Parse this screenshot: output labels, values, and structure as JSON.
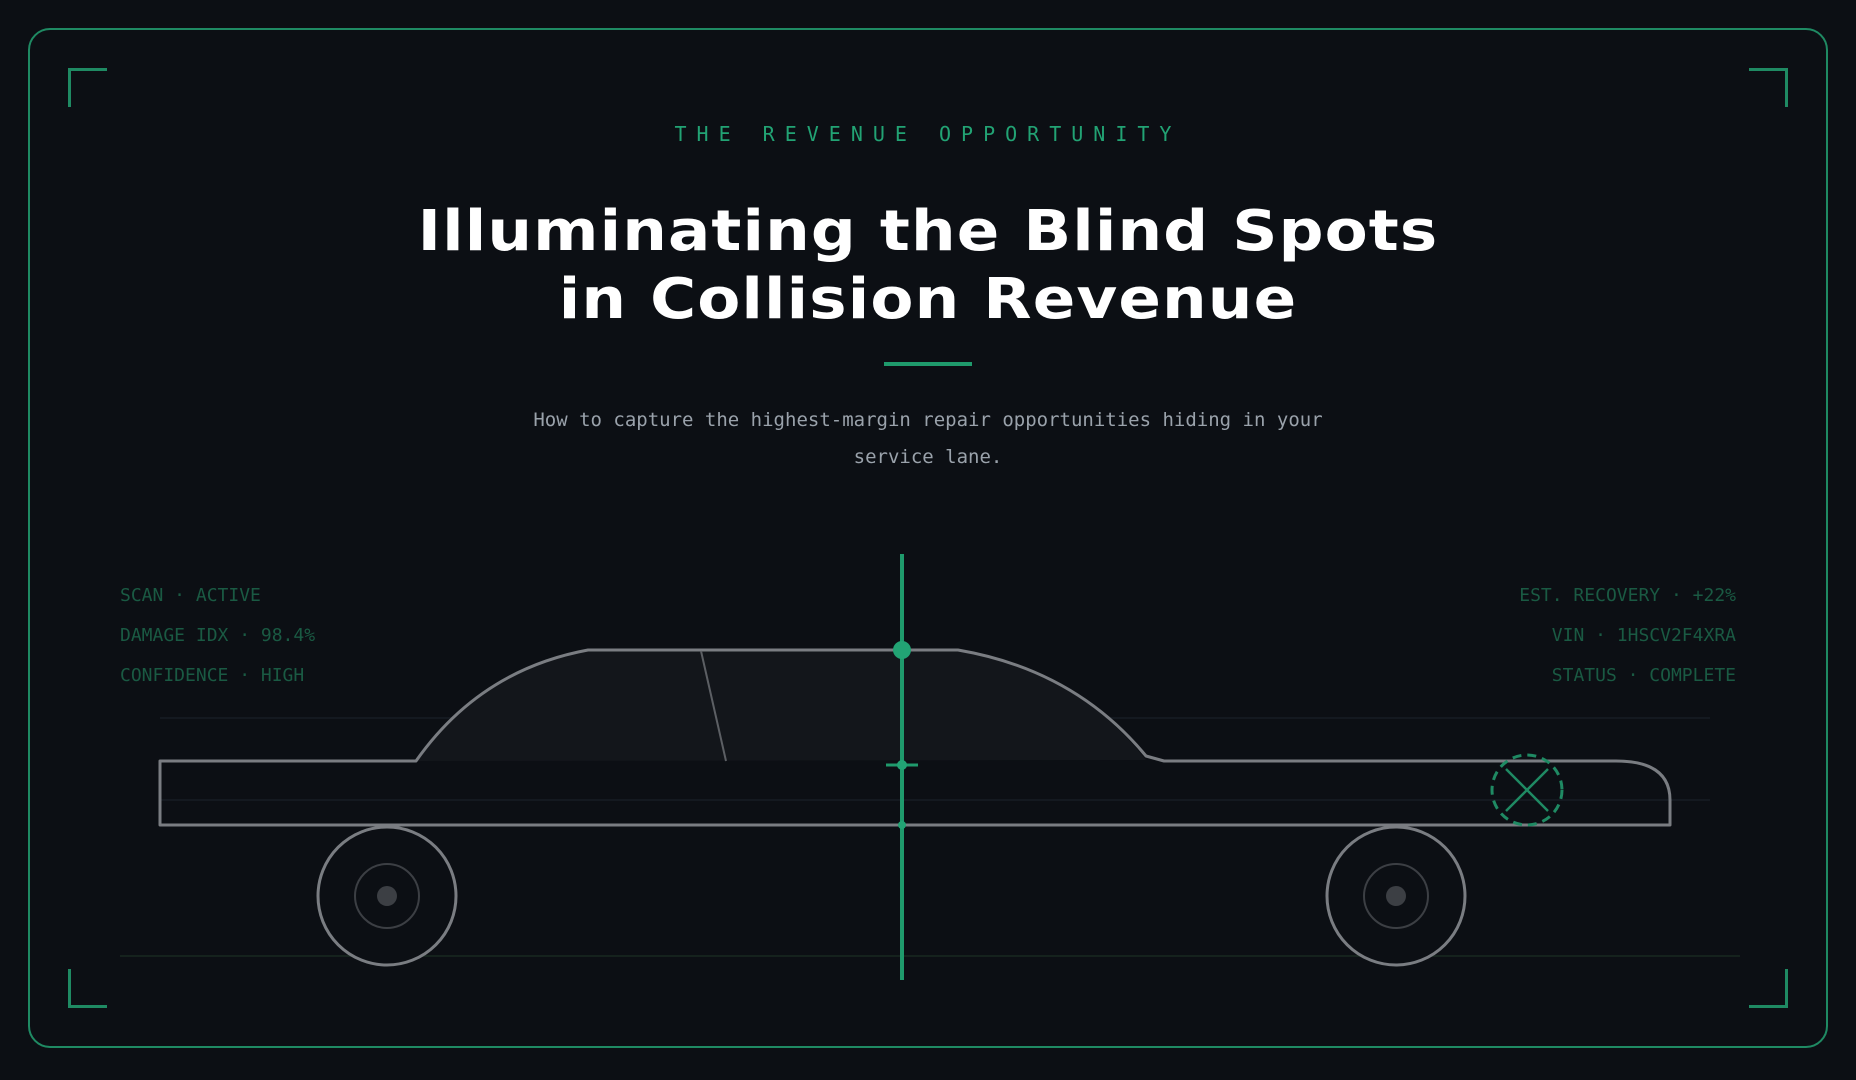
{
  "hero": {
    "eyebrow": "THE REVENUE OPPORTUNITY",
    "title_line_1": "Illuminating the Blind Spots",
    "title_line_2": "in Collision Revenue",
    "subtitle_line_1": "How to capture the highest-margin repair opportunities hiding in your",
    "subtitle_line_2": "service lane."
  },
  "readout_left": [
    "SCAN · ACTIVE",
    "DAMAGE IDX · 98.4%",
    "CONFIDENCE · HIGH"
  ],
  "readout_right": [
    "EST. RECOVERY · +22%",
    "VIN · 1HSCV2F4XRA",
    "STATUS · COMPLETE"
  ],
  "colors": {
    "accent": "#1f9a6c",
    "background": "#0c0f14",
    "car_outline": "#7a7d82"
  },
  "icons": [
    "damage-marker-icon",
    "scan-line-icon"
  ]
}
